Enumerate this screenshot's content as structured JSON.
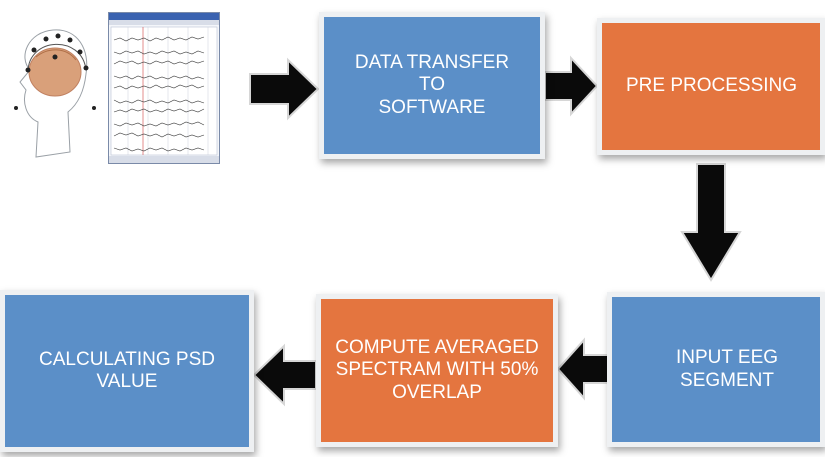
{
  "diagram": {
    "steps": [
      {
        "id": "data_transfer",
        "label": "DATA TRANSFER\nTO\nSOFTWARE",
        "color": "#5b8fc8"
      },
      {
        "id": "pre_processing",
        "label": "PRE PROCESSING",
        "color": "#e4753f"
      },
      {
        "id": "input_eeg",
        "label": "INPUT EEG SEGMENT",
        "color": "#5b8fc8"
      },
      {
        "id": "compute_spectrum",
        "label": "COMPUTE AVERAGED\nSPECTRAM WITH 50%\nOVERLAP",
        "color": "#e4753f"
      },
      {
        "id": "calc_psd",
        "label": "CALCULATING PSD\nVALUE",
        "color": "#5b8fc8"
      }
    ],
    "illustrations": {
      "head_icon": "eeg-electrode-head-icon",
      "recording_icon": "eeg-recording-window-icon"
    },
    "arrow_color": "#000000"
  }
}
